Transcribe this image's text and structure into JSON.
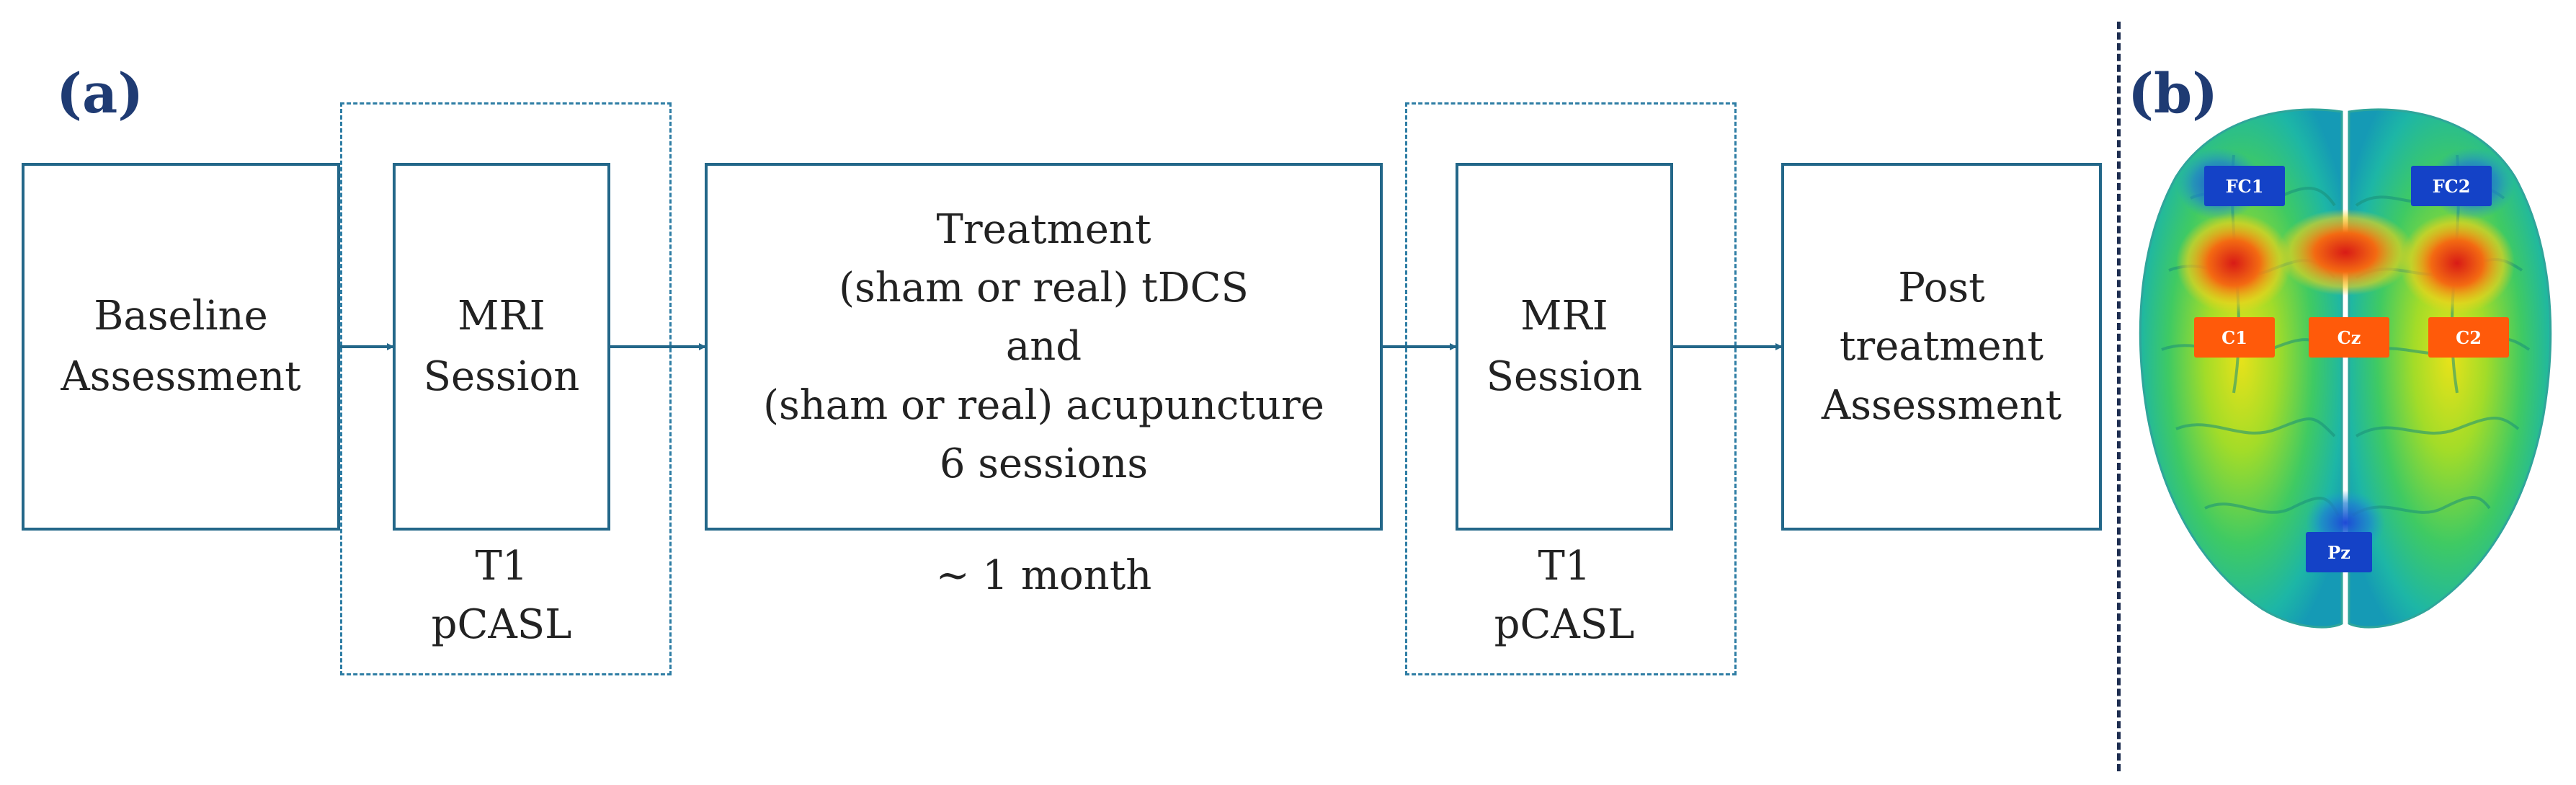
{
  "panel_a_label": "(a)",
  "panel_b_label": "(b)",
  "boxes": {
    "baseline": "Baseline\nAssessment",
    "mri1": "MRI\nSession",
    "treatment": "Treatment\n(sham or real) tDCS\nand\n(sham or real) acupuncture\n6 sessions",
    "mri2": "MRI\nSession",
    "post": "Post\ntreatment\nAssessment"
  },
  "captions": {
    "mri1": "T1\npCASL",
    "treatment": "~ 1 month",
    "mri2": "T1\npCASL"
  },
  "electrodes": {
    "fc1": "FC1",
    "fc2": "FC2",
    "c1": "C1",
    "cz": "Cz",
    "c2": "C2",
    "pz": "Pz"
  },
  "colors": {
    "box_border": "#236789",
    "arrow": "#236789",
    "dashed_group": "#2e7da4",
    "panel_label": "#1f3b73",
    "electrode_blue": "#1442c7",
    "electrode_orange": "#ff5a0a"
  }
}
